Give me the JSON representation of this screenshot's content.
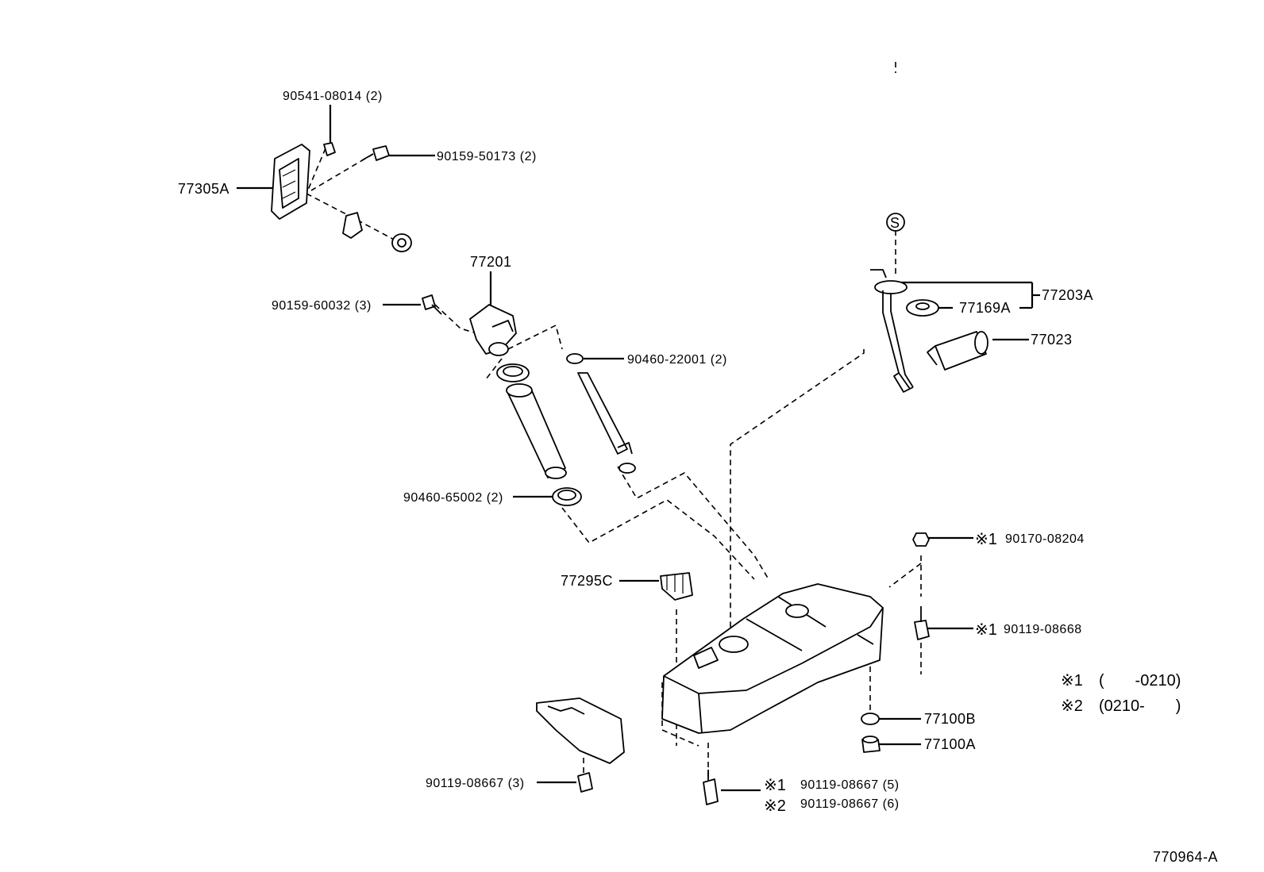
{
  "labels": {
    "p90541": "90541-08014 (2)",
    "p90159a": "90159-50173 (2)",
    "p77305A": "77305A",
    "p77201": "77201",
    "p90159b": "90159-60032 (3)",
    "p90460a": "90460-22001 (2)",
    "p90460b": "90460-65002 (2)",
    "p77203A": "77203A",
    "p77169A": "77169A",
    "p77023": "77023",
    "p77295C": "77295C",
    "p90170": "90170-08204",
    "p90119a": "90119-08668",
    "p77100B": "77100B",
    "p77100A": "77100A",
    "p90119b": "90119-08667 (3)",
    "p90119c": "90119-08667 (5)",
    "p90119d": "90119-08667 (6)"
  },
  "symbols": {
    "note1": "※1",
    "note2": "※2",
    "s_mark": "S"
  },
  "notes": {
    "note1_range": "(       -0210)",
    "note2_range": "(0210-       )"
  },
  "figure_id": "770964-A"
}
